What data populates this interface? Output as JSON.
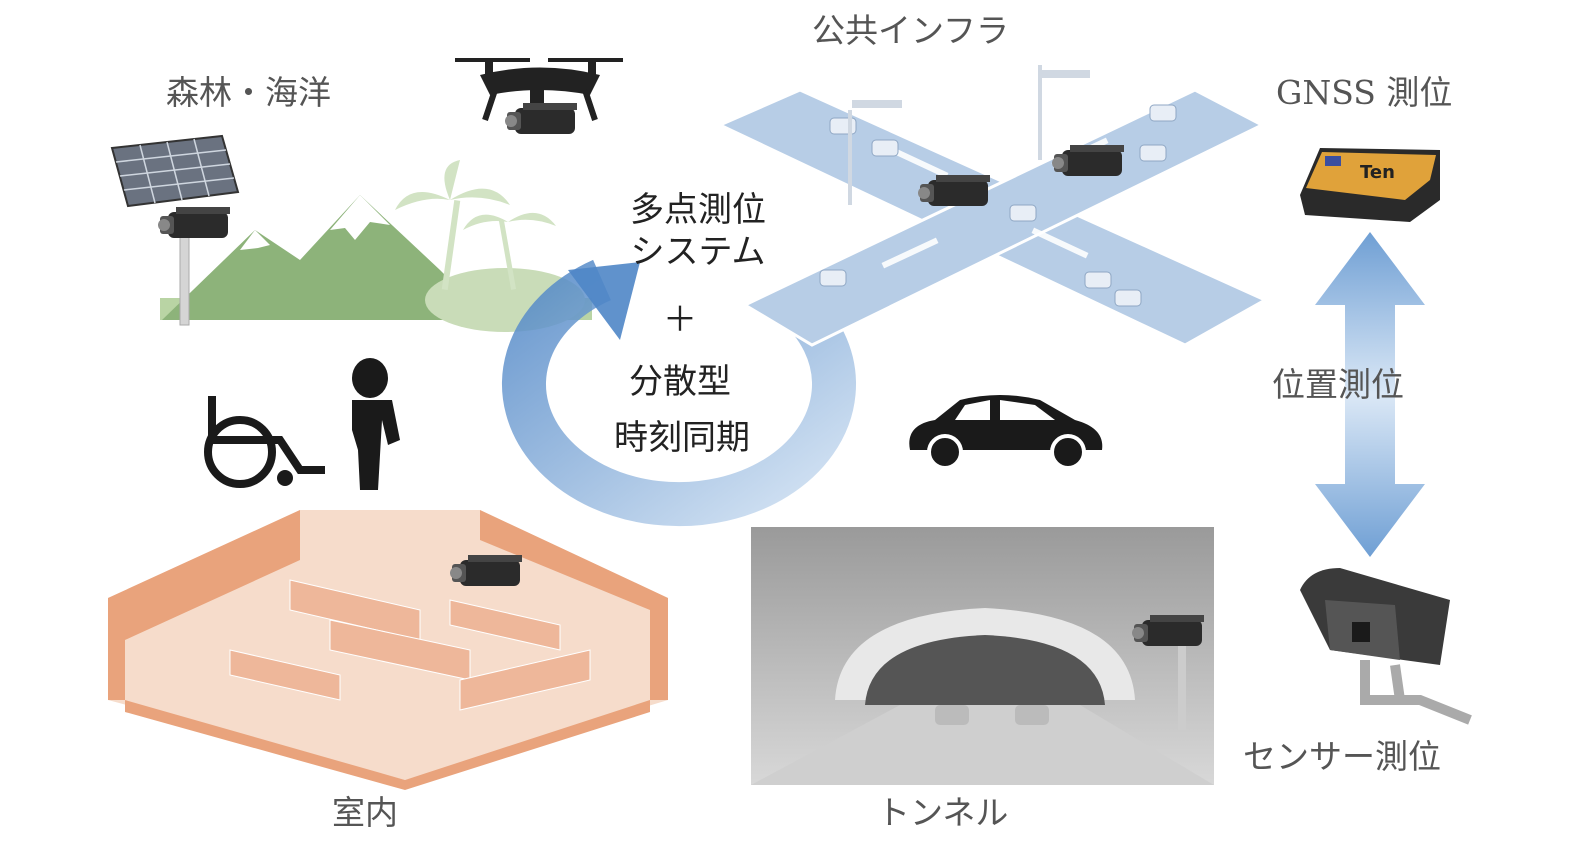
{
  "labels": {
    "forest_ocean": "森林・海洋",
    "public_infra": "公共インフラ",
    "gnss": "GNSS 測位",
    "position": "位置測位",
    "sensor": "センサー測位",
    "indoor": "室内",
    "tunnel": "トンネル"
  },
  "center": {
    "line1": "多点測位",
    "line2": "システム",
    "plus": "＋",
    "line3": "分散型",
    "line4": "時刻同期"
  },
  "device": {
    "brand": "Ten"
  },
  "colors": {
    "accent_blue": "#7fa9d6",
    "mountain_green": "#8db37a",
    "palm_green": "#c9dcb8",
    "indoor_orange": "#e9a37c",
    "road_blue": "#b7cde6",
    "tunnel_gray": "#b8b8b8"
  },
  "icons": [
    "solar-panel-icon",
    "drone-icon",
    "security-camera-icon",
    "wheelchair-icon",
    "pedestrian-icon",
    "car-icon",
    "gnss-receiver-icon",
    "double-arrow-icon",
    "cycle-arrow-icon"
  ]
}
